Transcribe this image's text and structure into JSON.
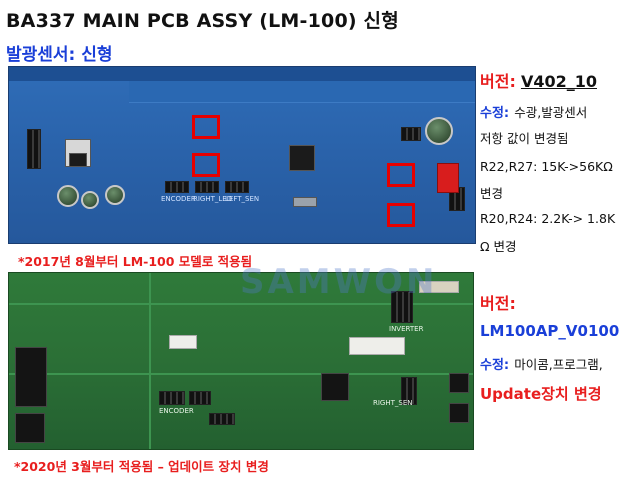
{
  "header": {
    "title": "BA337   MAIN PCB ASSY (LM-100)  신형",
    "subtitle": "발광센서: 신형"
  },
  "watermark": "SAMWON",
  "board_old": {
    "caption": "*2017년  8월부터  LM-100  모델로  적용됨",
    "silk_labels": [
      "ENCODER",
      "RIGHT_LED",
      "LEFT_SEN"
    ]
  },
  "board_new": {
    "caption": "*2020년  3월부터  적용됨  –  업데이트  장치  변경",
    "silk_labels": [
      "INVERTER",
      "ENCODER",
      "RIGHT_SEN"
    ]
  },
  "version_1": {
    "label": "버전:",
    "value": "V402_10",
    "revision_label": "수정:",
    "lines": [
      "수광,발광센서",
      "저항  값이 변경됨",
      "R22,R27: 15K->56KΩ",
      "변경",
      "R20,R24: 2.2K-> 1.8K",
      "Ω  변경"
    ]
  },
  "version_2": {
    "label": "버전:",
    "value": "LM100AP_V0100",
    "revision_label": "수정:",
    "revision_text": "마이콤,프로그램,",
    "update_text": "Update장치  변경"
  }
}
